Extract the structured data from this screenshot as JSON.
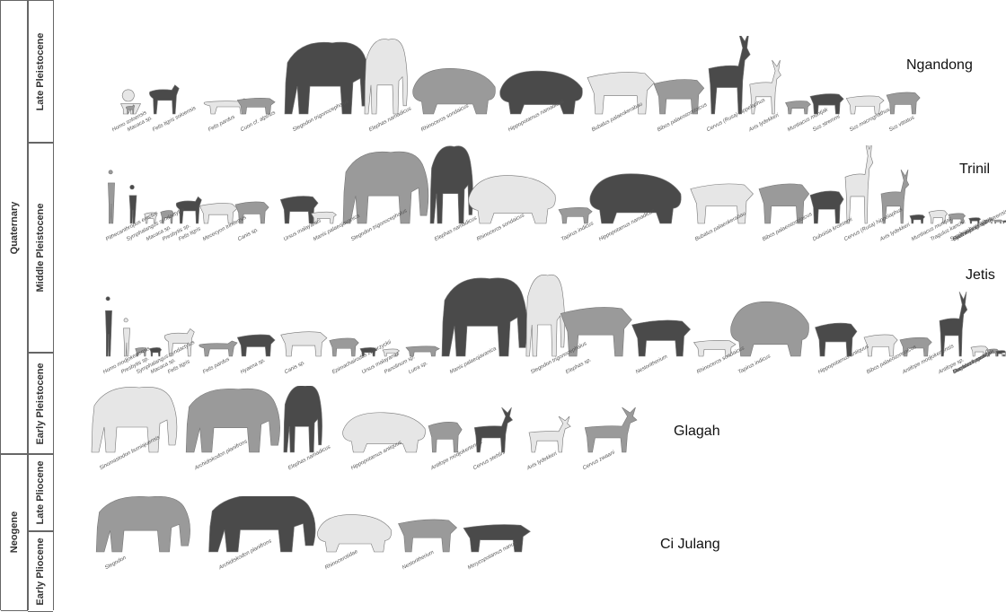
{
  "eras": [
    {
      "label": "Quaternary"
    },
    {
      "label": "Neogene"
    }
  ],
  "epochs": [
    {
      "label": "Late Pleistocene"
    },
    {
      "label": "Middle Pleistocene"
    },
    {
      "label": "Early Pleistocene"
    },
    {
      "label": "Late Pliocene"
    },
    {
      "label": "Early Pliocene"
    }
  ],
  "sites": [
    "Ngandong",
    "Trinil",
    "Jetis",
    "Glagah",
    "Ci Julang"
  ],
  "species": {
    "ngandong": [
      "Homo soloensis",
      "Macaca sp.",
      "Felis tigris soloensis",
      "Felis pardus",
      "Cuon cf. alpinus",
      "Stegodon trigonocephalus",
      "Elephas namadicus",
      "Rhinoceros sondaicus",
      "Hippopotamus namadicus",
      "Bubalus palaeokerabau",
      "Bibos palaeosondaicus",
      "Cervus (Rusa) hippelaphus",
      "Axis lydekkeri",
      "Muntiacus muntjak",
      "Sus stremmi",
      "Sus macrognathus",
      "Sus vittatus"
    ],
    "trinil": [
      "Pithecanthropus erectus",
      "Symphalangus syndactylus",
      "Macaca sp.",
      "Presbytis sp.",
      "Felis tigris",
      "Mececyon trinilensis",
      "Canis sp.",
      "Ursus malayanus",
      "Manis palaeojavanica",
      "Stegodon trigonocephalus",
      "Elephas namadicus",
      "Rhinoceros sondaicus",
      "Tapirus indicus",
      "Hippopotamus namadicus",
      "Bubalus palaeokerabau",
      "Bibos palaeosondaicus",
      "Duboisia kroesenii",
      "Cervus (Rusa) hippelaphus",
      "Axis lydekkeri",
      "Muntiacus muntjak",
      "Tragulus kanchil",
      "Sus brachygnathus",
      "Sus macrognathus",
      "Rhizomys cf. sumatrensis",
      "Hystrix",
      "Echinosorex sp."
    ],
    "jetis": [
      "Homo modjokertensis",
      "Presbytis sp.",
      "Symphalangus syndactylus",
      "Macaca sp.",
      "Felis tigris",
      "Felis pardus",
      "Hyaena sp.",
      "Canis sp.",
      "Epimachairodus zwierzyckii",
      "Ursus malayanus",
      "Panolinum sp.",
      "Lutra sp.",
      "Manis palaeojavanica",
      "Stegodon trigonocephalus",
      "Elephas sp.",
      "Nestoritherium",
      "Rhinoceros sondaicus",
      "Tapirus indicus",
      "Hippopotamus antiquus",
      "Bibos palaeosondaicus",
      "Antilope modjokertensis",
      "Antilope sp.",
      "Cervus zwaani",
      "Muntiacus muntjak",
      "Tragulus kanchil",
      "Sus brachygnathus"
    ],
    "glagah": [
      "Sinomastodon bumiajuensis",
      "Archidiskodon planifrons",
      "Elephas namadicus",
      "Hippopotamus antiquus",
      "Antilope modjokertensis",
      "Cervus stehlini",
      "Axis lydekkeri",
      "Cervus zwaani"
    ],
    "cijulang": [
      "Stegodon",
      "Archidiskodon planifrons",
      "Rhinocerotidae",
      "Nestoritherium",
      "Merycopotamus nanus"
    ]
  },
  "colors": {
    "line": "#666666",
    "animal_light": "#e6e6e6",
    "animal_mid": "#9a9a9a",
    "animal_dark": "#4a4a4a"
  }
}
